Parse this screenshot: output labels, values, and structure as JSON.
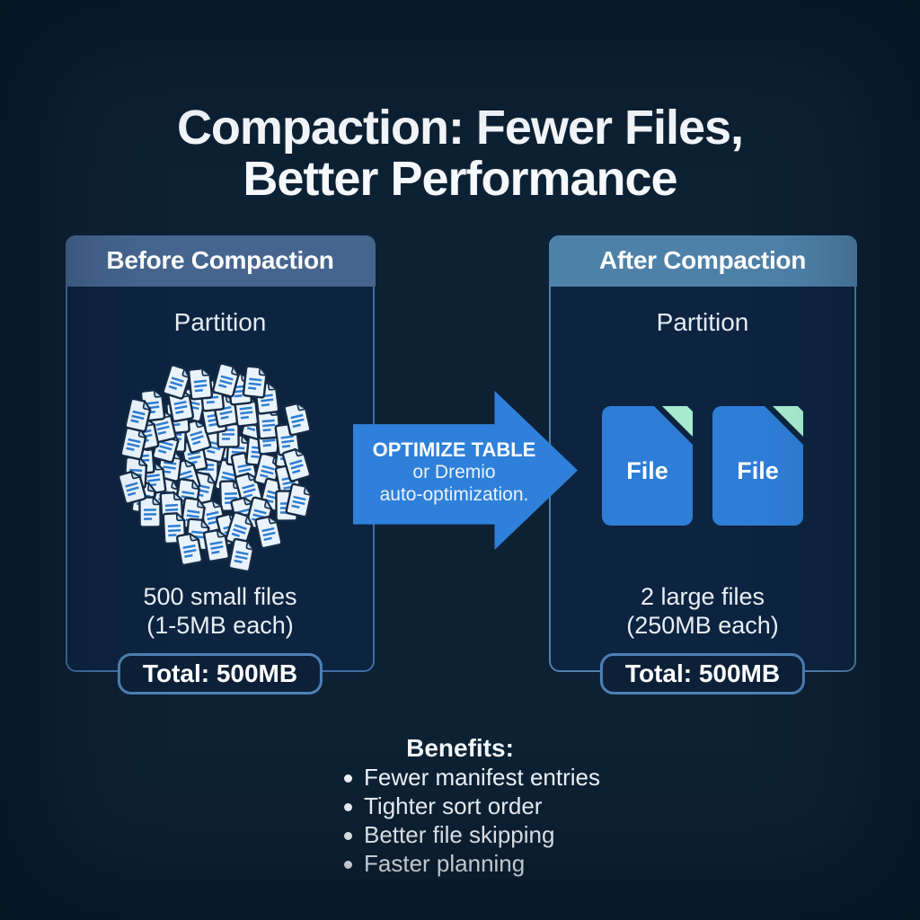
{
  "title": {
    "line1": "Compaction: Fewer Files,",
    "line2": "Better Performance"
  },
  "panels": {
    "before": {
      "header": "Before Compaction",
      "partition_label": "Partition",
      "count_line1": "500 small files",
      "count_line2": "(1-5MB each)",
      "total_label": "Total: 500MB",
      "cluster_icon_count": 68
    },
    "after": {
      "header": "After Compaction",
      "partition_label": "Partition",
      "file_labels": [
        "File",
        "File"
      ],
      "count_line1": "2 large files",
      "count_line2": "(250MB each)",
      "total_label": "Total: 500MB"
    }
  },
  "arrow": {
    "line1": "OPTIMIZE TABLE",
    "line2": "or Dremio",
    "line3": "auto-optimization."
  },
  "benefits": {
    "heading": "Benefits:",
    "items": [
      "Fewer manifest entries",
      "Tighter sort order",
      "Better file skipping",
      "Faster planning"
    ]
  },
  "icons": {
    "small_file": "small-file-icon",
    "large_file": "large-file-icon",
    "optimize_arrow": "right-arrow-icon",
    "bullet": "bullet-icon"
  },
  "colors": {
    "background": "#0d2134",
    "panel_body": "#0d2440",
    "before_header": "#45658f",
    "after_header": "#4e81a8",
    "before_border": "#3f6da3",
    "after_border": "#4d82ab",
    "arrow_blue": "#2f80da",
    "file_blue": "#2e7dd6",
    "fold_mint": "#a7ebcf",
    "badge_border": "#4d80b5",
    "text_light": "#eef3f9"
  }
}
